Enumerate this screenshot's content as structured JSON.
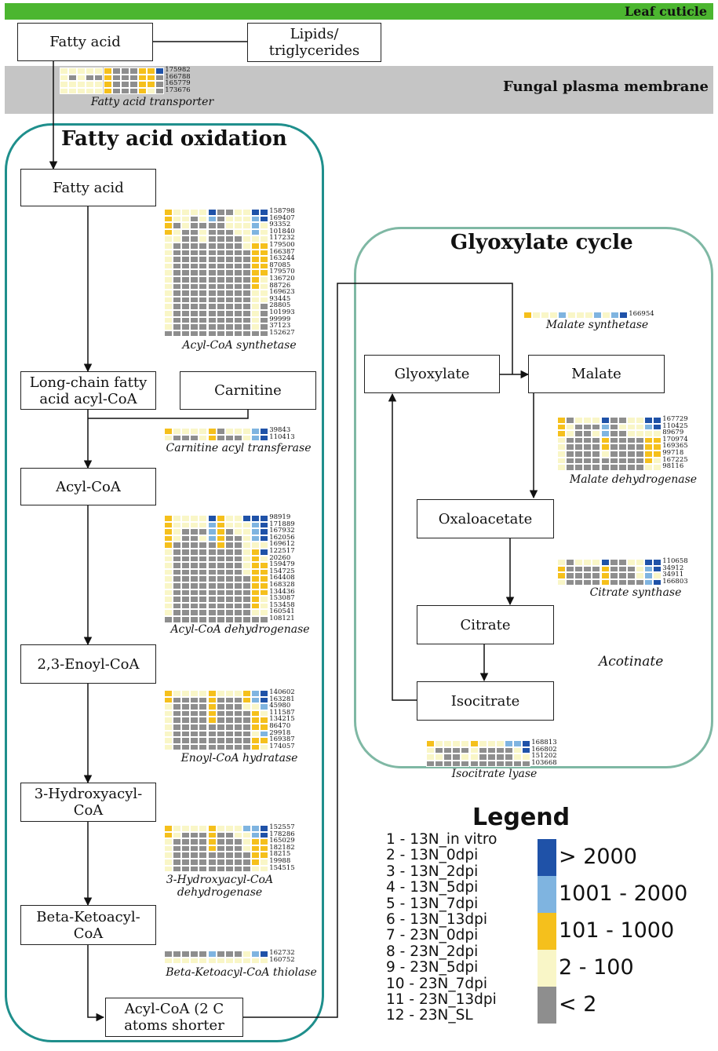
{
  "colors": {
    "very_high": "#1f52a8",
    "high": "#7fb4e0",
    "medium": "#f5c01c",
    "low": "#f9f6c7",
    "none": "#8e8e8e",
    "cuticle": "#4cb630",
    "membrane": "#c5c5c5",
    "fatty_acid_oxidation_border": "#1f8f8c",
    "glyoxylate_border": "#7fb8a4"
  },
  "layers": {
    "leaf_cuticle": "Leaf cuticle",
    "membrane": "Fungal plasma membrane"
  },
  "regions": {
    "fatty_acid_oxidation": "Fatty acid oxidation",
    "glyoxylate_cycle": "Glyoxylate cycle"
  },
  "nodes": {
    "fatty_acid_top": "Fatty acid",
    "lipids": "Lipids/\ntriglycerides",
    "fatty_acid": "Fatty acid",
    "long_chain": "Long-chain fatty\nacid acyl-CoA",
    "carnitine": "Carnitine",
    "acyl_coa": "Acyl-CoA",
    "enoyl": "2,3-Enoyl-CoA",
    "hydroxyacyl": "3-Hydroxyacyl-\nCoA",
    "ketoacyl": "Beta-Ketoacyl-\nCoA",
    "acyl_short": "Acyl-CoA (2 C\natoms shorter",
    "glyoxylate": "Glyoxylate",
    "malate": "Malate",
    "oxaloacetate": "Oxaloacetate",
    "citrate": "Citrate",
    "isocitrate": "Isocitrate"
  },
  "floating_label": "Acotinate",
  "heatmaps": {
    "transporter": {
      "label": "Fatty acid transporter",
      "ids": [
        "175982",
        "166788",
        "165779",
        "173676"
      ],
      "rows": [
        "LLLLLMNNNMMB",
        "LNLNNMNNNMMN",
        "LLLLLMNNNMMN",
        "LLLLLMNNNMLN"
      ]
    },
    "acyl_syn": {
      "label": "Acyl-CoA synthetase",
      "ids": [
        "158798",
        "169407",
        "93352",
        "101840",
        "117232",
        "179500",
        "166387",
        "163244",
        "87085",
        "179570",
        "136720",
        "88726",
        "169623",
        "93445",
        "28805",
        "101993",
        "99999",
        "37123",
        "152627"
      ],
      "rows": [
        "MLLLLBNNLLBB",
        "MLLNLHNLLLHB",
        "MNLNNNNLLLHL",
        "MLNNLNNNLLHL",
        "LLNNLNNNNLLL",
        "LNNNNNNNNLMM",
        "LNNNNNNNNNMM",
        "LNNNNNNNNNMM",
        "LNNNNNNNNNMM",
        "LNNNNNNNNNMM",
        "LNNNNNNNNNML",
        "LNNNNNNNNNML",
        "LNNNNNNNNNLL",
        "LNNNNNNNNNLL",
        "LNNNNNNNNNLN",
        "LNNNNNNNNNLN",
        "LNNNNNNNNNLN",
        "LNNNNNNNNNLN",
        "NNNNNNNNNNNN"
      ]
    },
    "cat": {
      "label": "Carnitine acyl transferase",
      "ids": [
        "39843",
        "110413"
      ],
      "rows": [
        "MLLLLMNLLLHB",
        "LNNNLMNNNLHB"
      ]
    },
    "acd": {
      "label": "Acyl-CoA dehydrogenase",
      "ids": [
        "98919",
        "171889",
        "167932",
        "162056",
        "169612",
        "122517",
        "20260",
        "159479",
        "154725",
        "164408",
        "168328",
        "134436",
        "153087",
        "153458",
        "160541",
        "108121"
      ],
      "rows": [
        "MLLLLBMLLBBB",
        "MLLLLHMLLLHB",
        "MLNNNHMNLLHB",
        "MLNNLHMNNLHB",
        "MNNNNNMNNLLL",
        "LNNNNNNNNLMB",
        "LNNNNNNNNLML",
        "LNNNNNNNNLMM",
        "LNNNNNNNNLMM",
        "LNNNNNNNNNMM",
        "LNNNNNNNNNMM",
        "LNNNNNNNNNMM",
        "LNNNNNNNNNML",
        "LNNNNNNNNNML",
        "LNNNNNNNNNLL",
        "NNNNNNNNNNNN"
      ]
    },
    "enoyl_h": {
      "label": "Enoyl-CoA hydratase",
      "ids": [
        "140602",
        "163281",
        "45980",
        "111587",
        "134215",
        "86470",
        "29918",
        "169387",
        "174057"
      ],
      "rows": [
        "MLLLLMLLLMHB",
        "MNNNNMNNNMHB",
        "LNNNNMNNNLLH",
        "LNNNNMNNNNML",
        "LNNNNMNNNNMM",
        "LNNNNNNNNNMM",
        "LNNNNNNNNNLH",
        "LNNNNNNNNNMM",
        "LNNNNNNNNNML"
      ]
    },
    "hydroxy_dh": {
      "label": "3-Hydroxyacyl-CoA\ndehydrogenase",
      "ids": [
        "152557",
        "178286",
        "165029",
        "182182",
        "18215",
        "19988",
        "154515"
      ],
      "rows": [
        "MLLLLMLLLHHB",
        "MLNNNMNNLLHB",
        "LNNNNMNNNLMM",
        "LNNNNMNNNLMM",
        "LNNNNNNNNNMM",
        "LNNNNNNNNNML",
        "LNNNNNNNNNLL"
      ]
    },
    "thiolase": {
      "label": "Beta-Ketoacyl-CoA thiolase",
      "ids": [
        "162732",
        "160752"
      ],
      "rows": [
        "NNNNNHNNNLHB",
        "LLLLLLLLLLLL"
      ]
    },
    "malate_syn": {
      "label": "Malate synthetase",
      "ids": [
        "166954"
      ],
      "rows": [
        "MLLLHLLLHLHB"
      ]
    },
    "malate_dh": {
      "label": "Malate dehydrogenase",
      "ids": [
        "167729",
        "110425",
        "89679",
        "170974",
        "169365",
        "99718",
        "167225",
        "98116"
      ],
      "rows": [
        "MNLLLBNNLLBB",
        "MLNNNHNLLLHB",
        "MLNNLHNNLLLL",
        "LNNNNMNNNNMM",
        "LNNNNMNNNNMM",
        "LNNNNLNNNNMM",
        "LNNNNNNNNNML",
        "LNNNNNNNNNLL"
      ]
    },
    "citrate_syn": {
      "label": "Citrate synthase",
      "ids": [
        "110658",
        "34912",
        "34911",
        "166803"
      ],
      "rows": [
        "LNLLLBNNLLBB",
        "MNNNNMNNNLHB",
        "MNNNNMNNNLHL",
        "LNNNNMNNNNHB"
      ]
    },
    "isocitrate_ly": {
      "label": "Isocitrate lyase",
      "ids": [
        "168813",
        "166802",
        "151202",
        "103668"
      ],
      "rows": [
        "MLLLLMLLLHHB",
        "LNNNNLNNNNLB",
        "LLNNLLNNNNLL",
        "NNNNNNNNNNNN"
      ]
    }
  },
  "legend": {
    "title": "Legend",
    "samples": [
      "1 - 13N_in vitro",
      "2 - 13N_0dpi",
      "3 - 13N_2dpi",
      "4 - 13N_5dpi",
      "5 - 13N_7dpi",
      "6 - 13N_13dpi",
      "7 - 23N_0dpi",
      "8 - 23N_2dpi",
      "9 - 23N_5dpi",
      "10 - 23N_7dpi",
      "11 - 23N_13dpi",
      "12 - 23N_SL"
    ],
    "bins": [
      {
        "label": "> 2000",
        "key": "very_high"
      },
      {
        "label": "1001 - 2000",
        "key": "high"
      },
      {
        "label": "101 - 1000",
        "key": "medium"
      },
      {
        "label": "2 - 100",
        "key": "low"
      },
      {
        "label": "< 2",
        "key": "none"
      }
    ]
  }
}
